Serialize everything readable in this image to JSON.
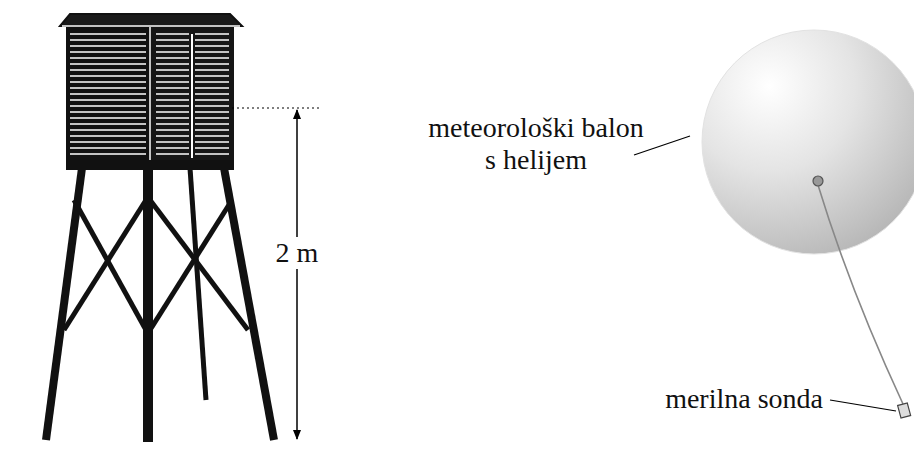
{
  "diagram": {
    "labels": [
      "2 m",
      "meteorološki balon s helijem",
      "merilna sonda"
    ]
  }
}
